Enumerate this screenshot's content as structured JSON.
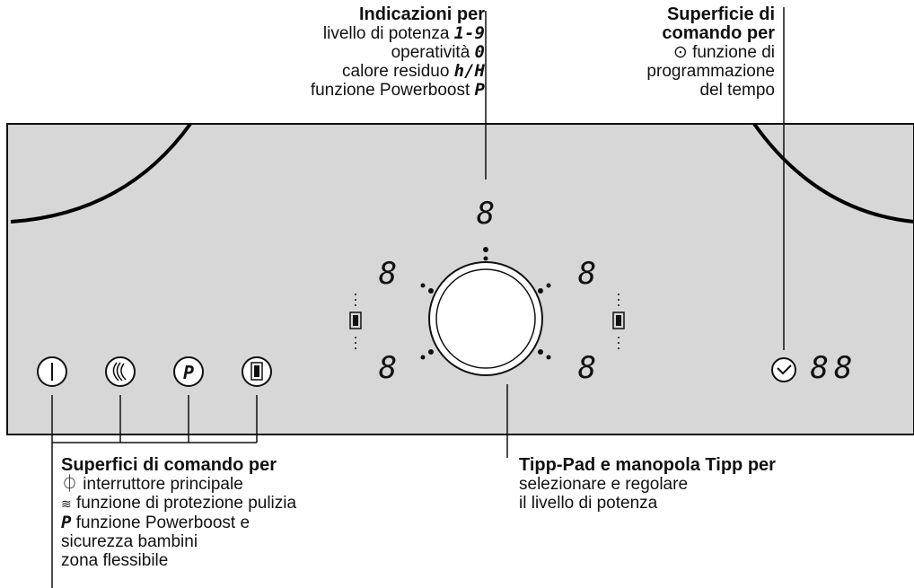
{
  "panel": {
    "fill": "#d7d7d7",
    "stroke": "#111111"
  },
  "top_center_callout": {
    "title": "Indicazioni per",
    "lines": [
      {
        "text": "livello di potenza",
        "symbol": "1-9"
      },
      {
        "text": "operatività",
        "symbol": "0"
      },
      {
        "text": "calore residuo",
        "symbol": "h/H"
      },
      {
        "text": "funzione Powerboost",
        "symbol": "P"
      }
    ]
  },
  "top_right_callout": {
    "title_line1": "Superficie di",
    "title_line2": "comando per",
    "line1": "funzione di",
    "line2": "programmazione",
    "line3": "del tempo",
    "icon": "timer-icon"
  },
  "bottom_left_callout": {
    "title": "Superfici di comando per",
    "line1": "interruttore principale",
    "line2": "funzione di protezione pulizia",
    "line3": "funzione Powerboost e",
    "line4": "sicurezza bambini",
    "line5": "zona flessibile",
    "symbol_powerboost": "P"
  },
  "bottom_right_callout": {
    "title": "Tipp-Pad e manopola Tipp per",
    "line1": "selezionare e regolare",
    "line2": "il livello di potenza"
  },
  "displays": {
    "zone_digit": "8",
    "timer_digits": "88"
  },
  "buttons": {
    "main_switch": "power-icon",
    "wipe_protect": "hand-wipe-icon",
    "powerboost": "P",
    "flex_zone": "flex-zone-icon"
  }
}
